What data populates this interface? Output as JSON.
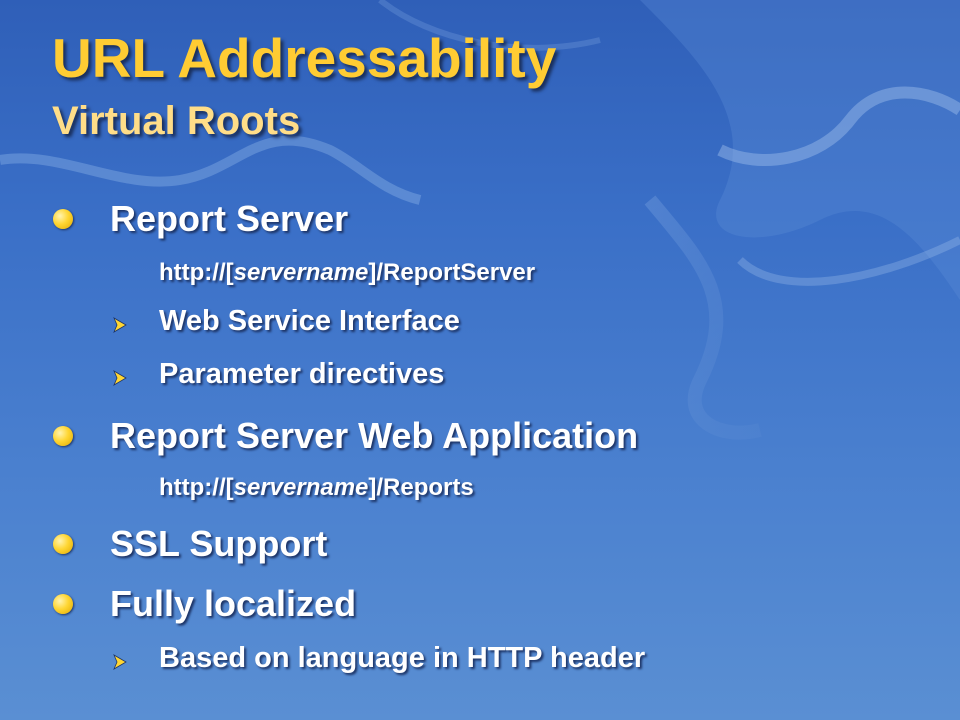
{
  "slide": {
    "title": "URL Addressability",
    "subtitle": "Virtual Roots",
    "items": [
      {
        "label": "Report Server",
        "url_prefix": "http://[",
        "url_italic": "servername",
        "url_suffix": "]/ReportServer",
        "subitems": [
          "Web Service Interface",
          "Parameter directives"
        ]
      },
      {
        "label": "Report Server Web Application",
        "url_prefix": "http://[",
        "url_italic": "servername",
        "url_suffix": "]/Reports"
      },
      {
        "label": "SSL Support"
      },
      {
        "label": "Fully localized",
        "subitems": [
          "Based on language in HTTP header"
        ]
      }
    ]
  },
  "colors": {
    "title": "#ffcc33",
    "subtitle": "#ffdd88",
    "body_text": "#ffffff",
    "bullet": "#ffd633",
    "background": "#3a6fc7"
  }
}
